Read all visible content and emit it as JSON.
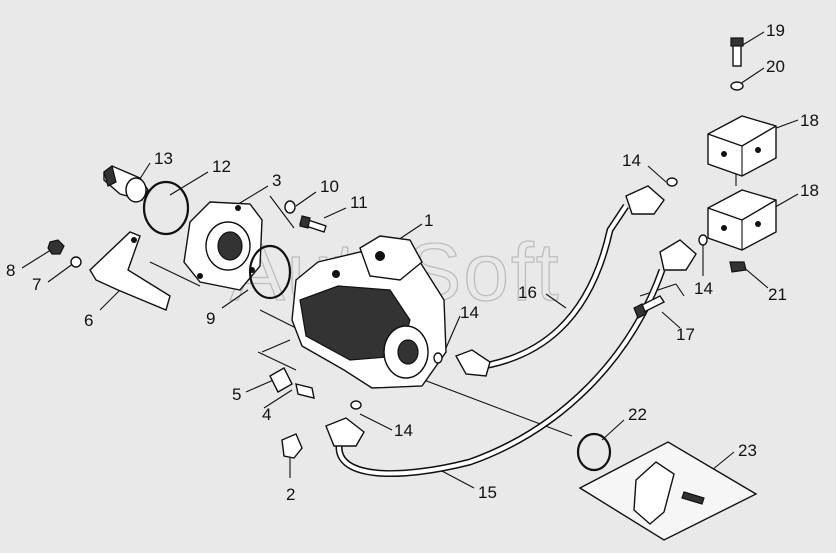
{
  "watermark": "AutoSoft",
  "labels": [
    {
      "id": "1",
      "text": "1"
    },
    {
      "id": "2",
      "text": "2"
    },
    {
      "id": "3",
      "text": "3"
    },
    {
      "id": "4",
      "text": "4"
    },
    {
      "id": "5",
      "text": "5"
    },
    {
      "id": "6",
      "text": "6"
    },
    {
      "id": "7",
      "text": "7"
    },
    {
      "id": "8",
      "text": "8"
    },
    {
      "id": "9",
      "text": "9"
    },
    {
      "id": "10",
      "text": "10"
    },
    {
      "id": "11",
      "text": "11"
    },
    {
      "id": "12",
      "text": "12"
    },
    {
      "id": "13",
      "text": "13"
    },
    {
      "id": "14a",
      "text": "14"
    },
    {
      "id": "14b",
      "text": "14"
    },
    {
      "id": "14c",
      "text": "14"
    },
    {
      "id": "14d",
      "text": "14"
    },
    {
      "id": "15",
      "text": "15"
    },
    {
      "id": "16",
      "text": "16"
    },
    {
      "id": "17",
      "text": "17"
    },
    {
      "id": "18a",
      "text": "18"
    },
    {
      "id": "18b",
      "text": "18"
    },
    {
      "id": "19",
      "text": "19"
    },
    {
      "id": "20",
      "text": "20"
    },
    {
      "id": "21",
      "text": "21"
    },
    {
      "id": "22",
      "text": "22"
    },
    {
      "id": "23",
      "text": "23"
    }
  ]
}
